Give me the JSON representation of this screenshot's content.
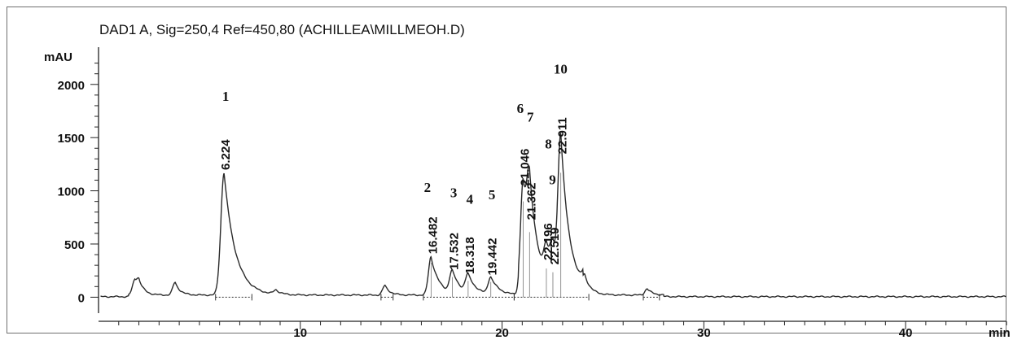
{
  "chart_data": {
    "type": "line",
    "title": "DAD1 A, Sig=250,4 Ref=450,80 (ACHILLEA\\MILLMEOH.D)",
    "ylabel": "mAU",
    "xlabel": "min",
    "xlim": [
      0,
      45
    ],
    "ylim": [
      -150,
      2350
    ],
    "x_ticks": [
      10,
      20,
      30,
      40
    ],
    "y_ticks": [
      0,
      500,
      1000,
      1500,
      2000
    ],
    "grid": false,
    "line_color": "#2a2a2a",
    "peaks": [
      {
        "rt": 6.224,
        "rt_label": "6.224",
        "height": 1150,
        "number": "1"
      },
      {
        "rt": 16.482,
        "rt_label": "16.482",
        "height": 360,
        "number": "2"
      },
      {
        "rt": 17.532,
        "rt_label": "17.532",
        "height": 210,
        "number": "3"
      },
      {
        "rt": 18.318,
        "rt_label": "18.318",
        "height": 170,
        "number": "4"
      },
      {
        "rt": 19.442,
        "rt_label": "19.442",
        "height": 160,
        "number": "5"
      },
      {
        "rt": 21.046,
        "rt_label": "21.046",
        "height": 1000,
        "number": "6"
      },
      {
        "rt": 21.362,
        "rt_label": "21.362",
        "height": 680,
        "number": "7"
      },
      {
        "rt": 22.196,
        "rt_label": "22.196",
        "height": 300,
        "number": "8"
      },
      {
        "rt": 22.519,
        "rt_label": "22.519",
        "height": 260,
        "number": "9"
      },
      {
        "rt": 22.911,
        "rt_label": "22.911",
        "height": 1300,
        "number": "10"
      }
    ],
    "minor_peaks": [
      {
        "rt": 1.8,
        "height": 130
      },
      {
        "rt": 2.0,
        "height": 100
      },
      {
        "rt": 3.8,
        "height": 120
      },
      {
        "rt": 8.8,
        "height": 40
      },
      {
        "rt": 14.2,
        "height": 90
      },
      {
        "rt": 24.1,
        "height": 120
      },
      {
        "rt": 27.2,
        "height": 60
      }
    ]
  }
}
